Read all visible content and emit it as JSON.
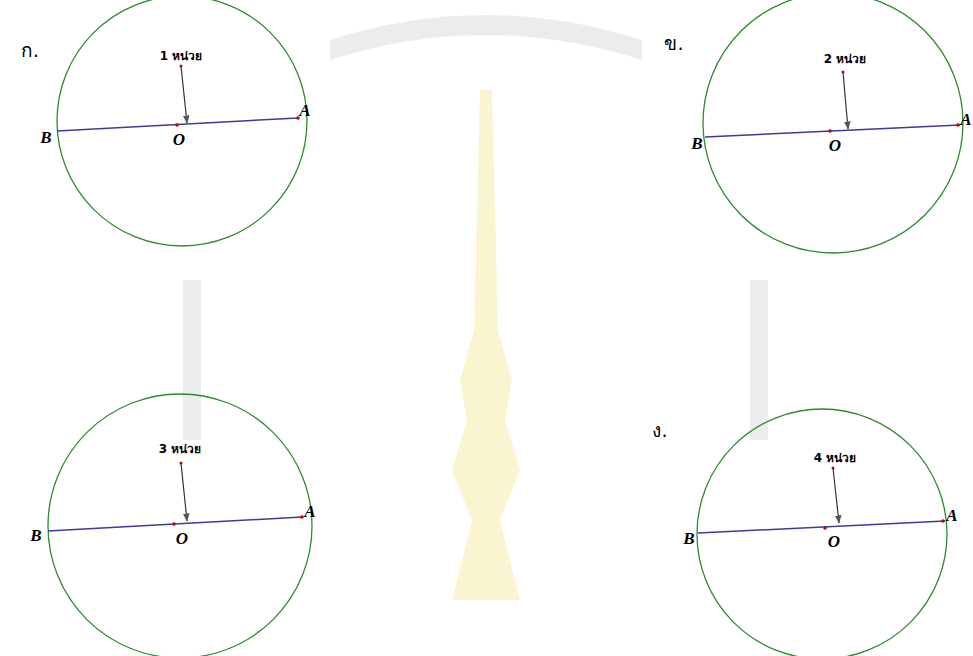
{
  "diagram": {
    "labels": [
      "ก.",
      "1 หน่วย",
      "B",
      "O",
      "A",
      "ข.",
      "2 หน่วย",
      "B",
      "O",
      "A",
      "3 หน่วย",
      "B",
      "O",
      "A",
      "ง.",
      "4 หน่วย",
      "B",
      "O",
      "A"
    ]
  }
}
